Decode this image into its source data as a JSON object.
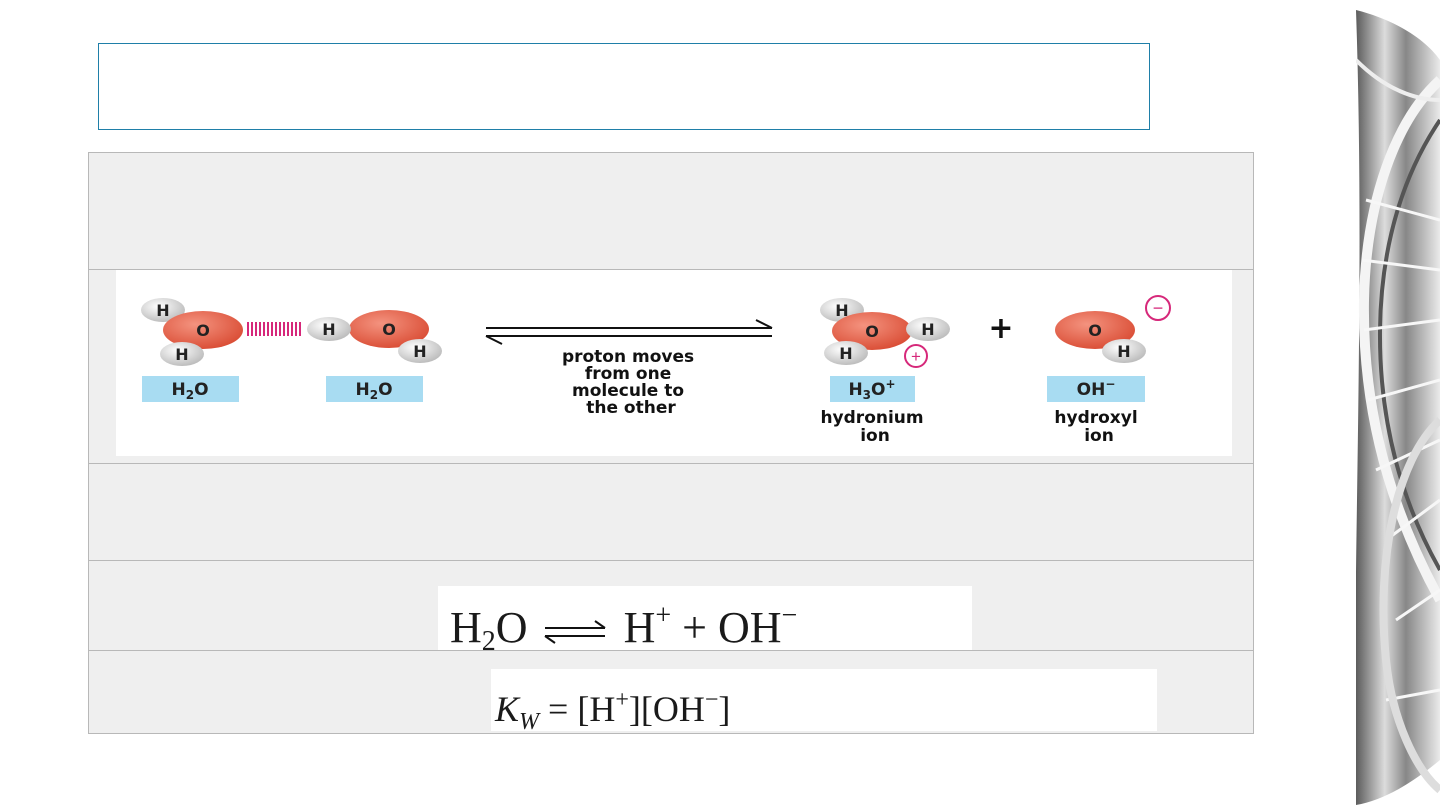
{
  "figure": {
    "atom_o": "O",
    "atom_h": "H",
    "mol1_label_main": "H",
    "mol1_label_sub": "2",
    "mol1_label_end": "O",
    "mol2_label_main": "H",
    "mol2_label_sub": "2",
    "mol2_label_end": "O",
    "arrow_caption": [
      "proton moves",
      "from one",
      "molecule to",
      "the other"
    ],
    "hydronium_label_main": "H",
    "hydronium_label_sub": "3",
    "hydronium_label_end": "O",
    "hydronium_label_sup": "+",
    "hydronium_name": [
      "hydronium",
      "ion"
    ],
    "plus_sign": "+",
    "hydroxyl_label_main": "OH",
    "hydroxyl_label_sup": "−",
    "hydroxyl_name": [
      "hydroxyl",
      "ion"
    ],
    "positive_charge": "+",
    "negative_charge": "−"
  },
  "equation1": {
    "lhs_main": "H",
    "lhs_sub": "2",
    "lhs_end": "O",
    "rhs_h": "H",
    "rhs_h_sup": "+",
    "plus": "+",
    "rhs_oh": "OH",
    "rhs_oh_sup": "−"
  },
  "equation2": {
    "k": "K",
    "k_sub": "W",
    "equals": "=",
    "open1": "[H",
    "sup1": "+",
    "close1": "][OH",
    "sup2": "−",
    "close2": "]"
  },
  "colors": {
    "oxygen": "#e8624a",
    "hydrogen": "#d6d6d6",
    "label_bg": "#a8dcf2",
    "hbond": "#d6287a",
    "charge": "#d6287a",
    "title_border": "#1f7fa8"
  }
}
